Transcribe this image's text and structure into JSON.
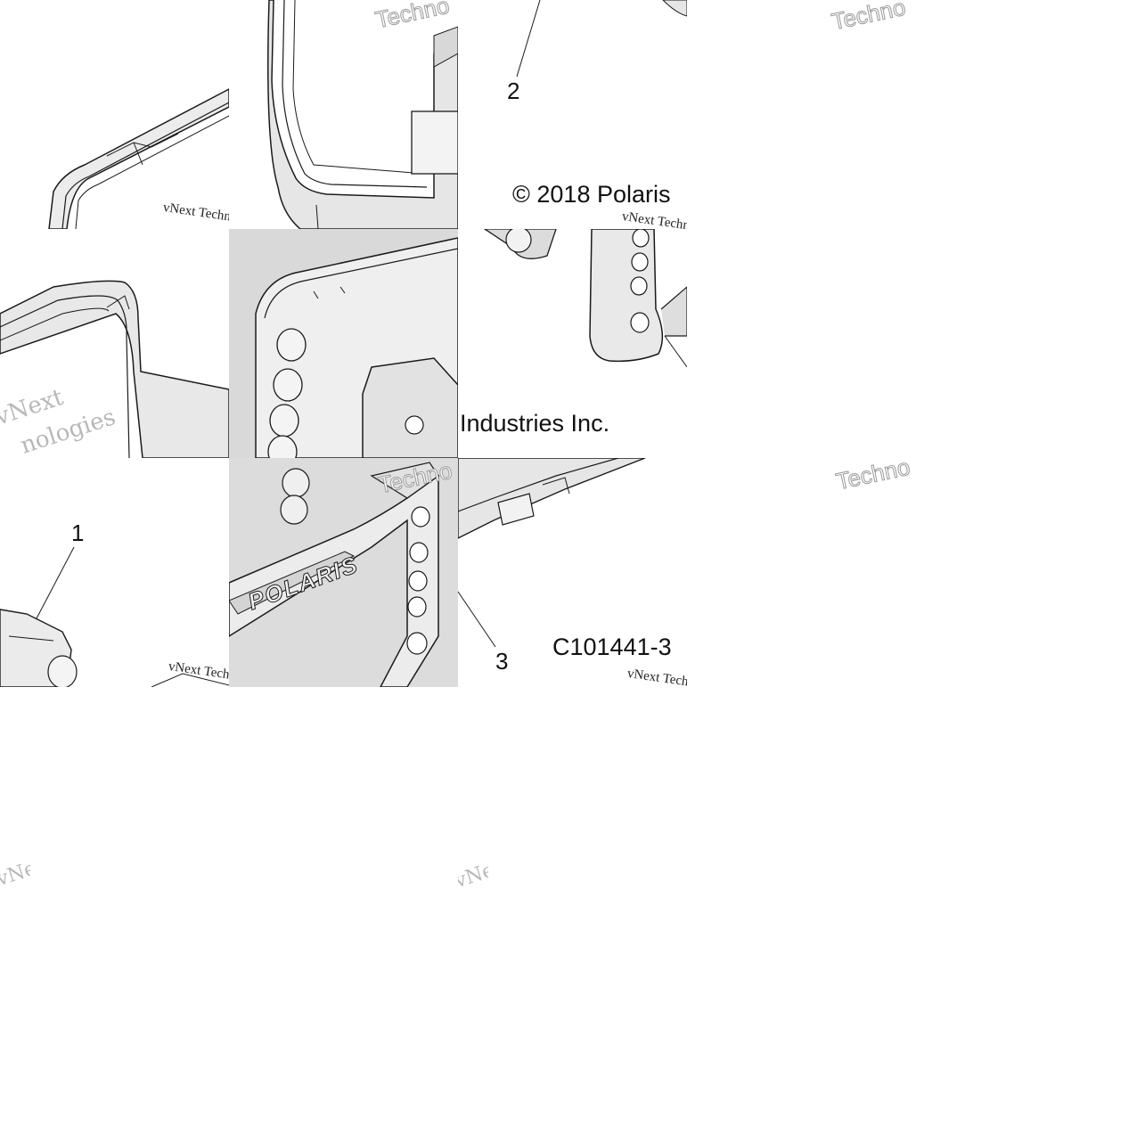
{
  "diagram": {
    "callouts": {
      "part_1": "1",
      "part_2": "2",
      "part_3": "3"
    },
    "copyright_line_1": "© 2018 Polaris",
    "copyright_line_2": "Industries Inc.",
    "figure_id": "C101441-3",
    "brand_mark": "POLARIS"
  },
  "watermark": {
    "line_1": "vNext Technologies",
    "outline_word": "Techno",
    "fragment_a": "vNext",
    "fragment_b": "nologies"
  },
  "colors": {
    "paper": "#ffffff",
    "line": "#1a1a1a",
    "part_fill": "#e9e9e9",
    "part_shade": "#c9c9c9",
    "watermark": "#a8a8a8"
  }
}
